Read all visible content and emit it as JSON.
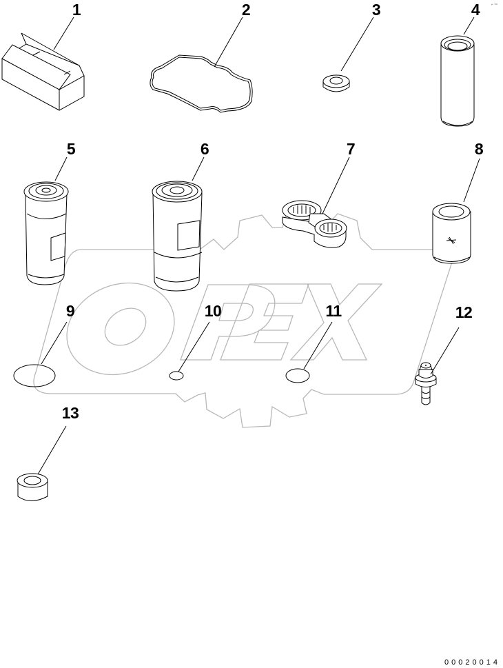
{
  "diagram": {
    "type": "exploded parts illustration",
    "watermark": {
      "text": "OPEX",
      "color": "#b8b8b8",
      "shape": "gear-outline"
    },
    "line_color": "#000000",
    "background": "#ffffff",
    "document_code": "00020014",
    "corner_mark": "⌐ ═",
    "parts": [
      {
        "id": "1",
        "label": "1",
        "name": "box"
      },
      {
        "id": "2",
        "label": "2",
        "name": "gasket"
      },
      {
        "id": "3",
        "label": "3",
        "name": "washer"
      },
      {
        "id": "4",
        "label": "4",
        "name": "filter-element"
      },
      {
        "id": "5",
        "label": "5",
        "name": "filter-cartridge"
      },
      {
        "id": "6",
        "label": "6",
        "name": "filter-cartridge-large"
      },
      {
        "id": "7",
        "label": "7",
        "name": "double-ring-wrench"
      },
      {
        "id": "8",
        "label": "8",
        "name": "filter-element-short"
      },
      {
        "id": "9",
        "label": "9",
        "name": "o-ring-large"
      },
      {
        "id": "10",
        "label": "10",
        "name": "o-ring-small"
      },
      {
        "id": "11",
        "label": "11",
        "name": "o-ring-medium"
      },
      {
        "id": "12",
        "label": "12",
        "name": "grease-fitting"
      },
      {
        "id": "13",
        "label": "13",
        "name": "bushing"
      }
    ]
  }
}
